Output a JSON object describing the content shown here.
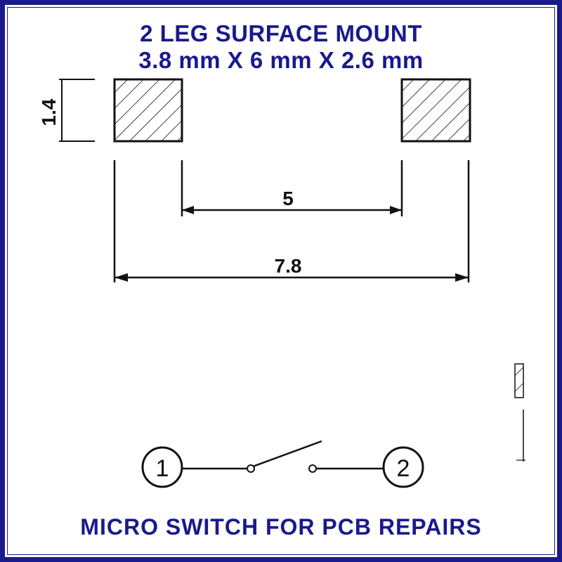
{
  "header": {
    "title": "2 LEG SURFACE MOUNT",
    "subtitle": "3.8 mm X 6 mm X 2.6 mm"
  },
  "dimensions": {
    "pad_height": "1.4",
    "inner_spacing": "5",
    "outer_span": "7.8"
  },
  "schematic": {
    "pin1": "1",
    "pin2": "2"
  },
  "footer": {
    "caption": "MICRO SWITCH FOR PCB REPAIRS"
  },
  "colors": {
    "title_blue": "#1a1a8c",
    "line": "#111111"
  }
}
